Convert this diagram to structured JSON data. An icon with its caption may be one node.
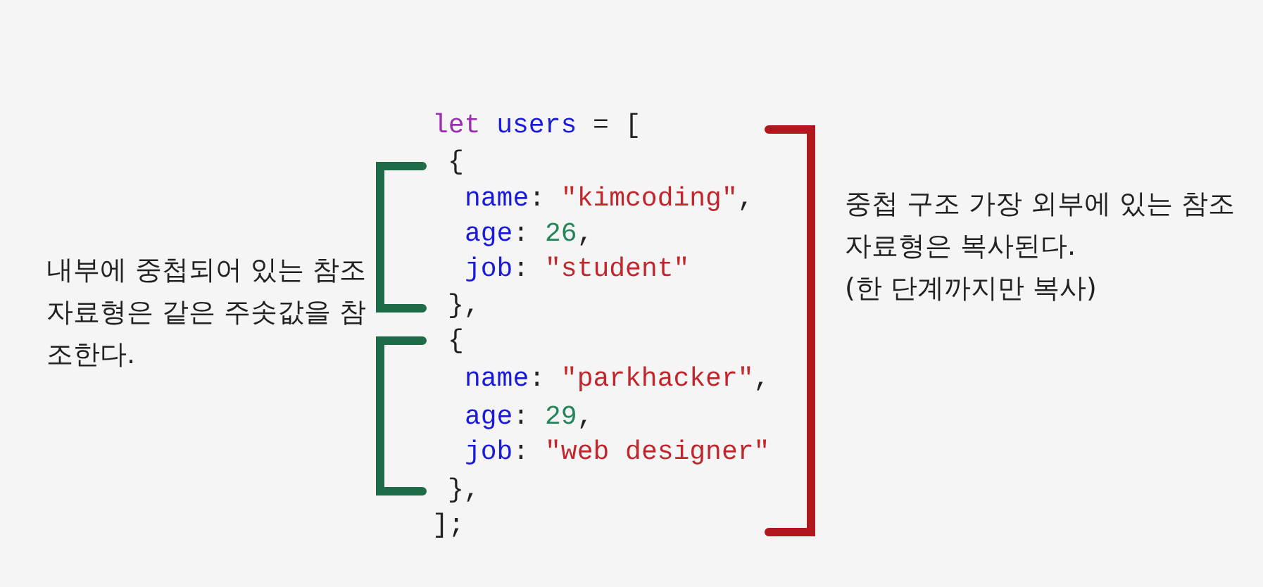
{
  "diagram": {
    "labels": [
      "let users = [",
      "{",
      "name: \"kimcoding\",",
      "age: 26,",
      "job: \"student\"",
      "},",
      "{",
      "name: \"parkhacker\",",
      "age: 29,",
      "job: \"web designer\"",
      "},",
      "];",
      "중첩 구조 가장 외부에 있는 참조 자료형은 복사된다.",
      "(한 단계까지만 복사)",
      "내부에 중첩되어 있는 참조 자료형은 같은 주솟값을 참조한다."
    ]
  }
}
